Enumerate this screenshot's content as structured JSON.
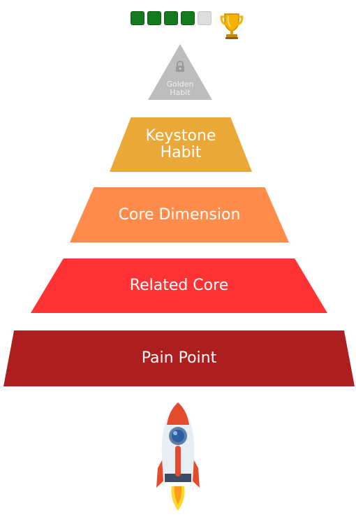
{
  "progress": {
    "steps": [
      "done",
      "done",
      "done",
      "done",
      "todo"
    ],
    "completed": 4,
    "total": 5,
    "trophy_icon": "trophy-icon"
  },
  "pyramid": {
    "golden": {
      "label": "Golden\nHabit",
      "locked": true,
      "color": "#bdbdbd"
    },
    "keystone": {
      "label": "Keystone\nHabit",
      "color": "#e9a838"
    },
    "core": {
      "label": "Core Dimension",
      "color": "#ff8c4a"
    },
    "related": {
      "label": "Related Core",
      "color": "#ff3333"
    },
    "pain": {
      "label": "Pain Point",
      "color": "#ad1f1f"
    }
  },
  "icons": {
    "lock": "lock-icon",
    "rocket": "rocket-icon"
  }
}
